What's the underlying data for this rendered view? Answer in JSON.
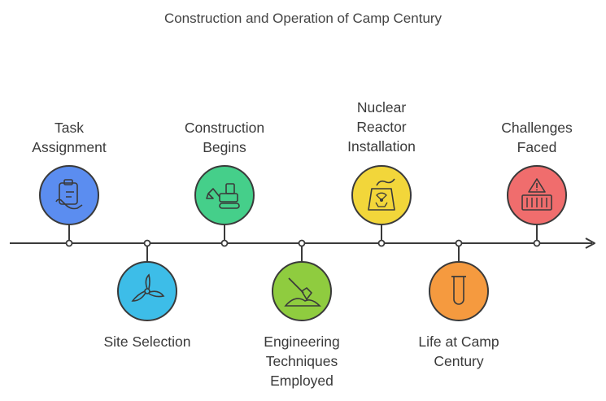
{
  "title": "Construction and Operation of Camp Century",
  "milestones": [
    {
      "label": "Task Assignment",
      "icon": "clipboard-hand-icon",
      "color": "#5b8df0",
      "position": "above"
    },
    {
      "label": "Site Selection",
      "icon": "wind-turbine-icon",
      "color": "#3dbde8",
      "position": "below"
    },
    {
      "label": "Construction Begins",
      "icon": "excavator-icon",
      "color": "#45cf8a",
      "position": "above"
    },
    {
      "label": "Engineering Techniques Employed",
      "icon": "shovel-dirt-icon",
      "color": "#8fcc3f",
      "position": "below"
    },
    {
      "label": "Nuclear Reactor Installation",
      "icon": "nuclear-reactor-icon",
      "color": "#f2d63a",
      "position": "above"
    },
    {
      "label": "Life at Camp Century",
      "icon": "test-tube-icon",
      "color": "#f59a3f",
      "position": "below"
    },
    {
      "label": "Challenges Faced",
      "icon": "warning-container-icon",
      "color": "#f06d6d",
      "position": "above"
    }
  ]
}
